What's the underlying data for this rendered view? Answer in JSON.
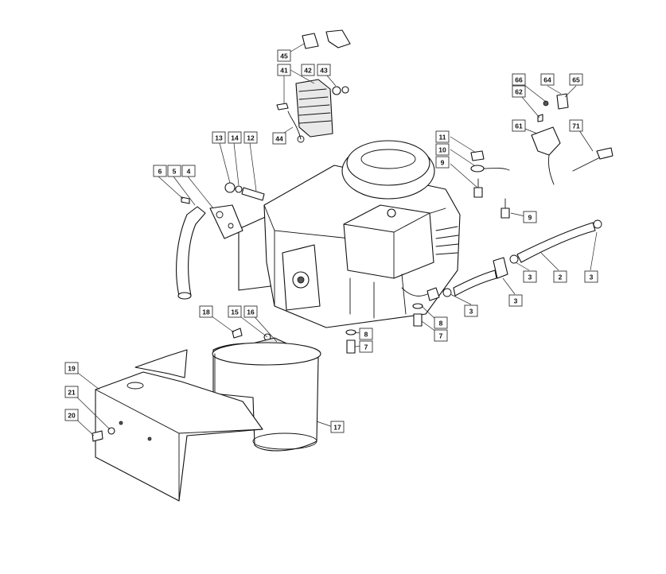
{
  "callouts": [
    "45",
    "41",
    "42",
    "43",
    "44",
    "66",
    "64",
    "65",
    "62",
    "61",
    "71",
    "13",
    "14",
    "12",
    "6",
    "5",
    "4",
    "11",
    "10",
    "9",
    "9",
    "2",
    "3",
    "3",
    "3",
    "3",
    "18",
    "15",
    "16",
    "8",
    "7",
    "8",
    "7",
    "19",
    "21",
    "20",
    "17"
  ]
}
